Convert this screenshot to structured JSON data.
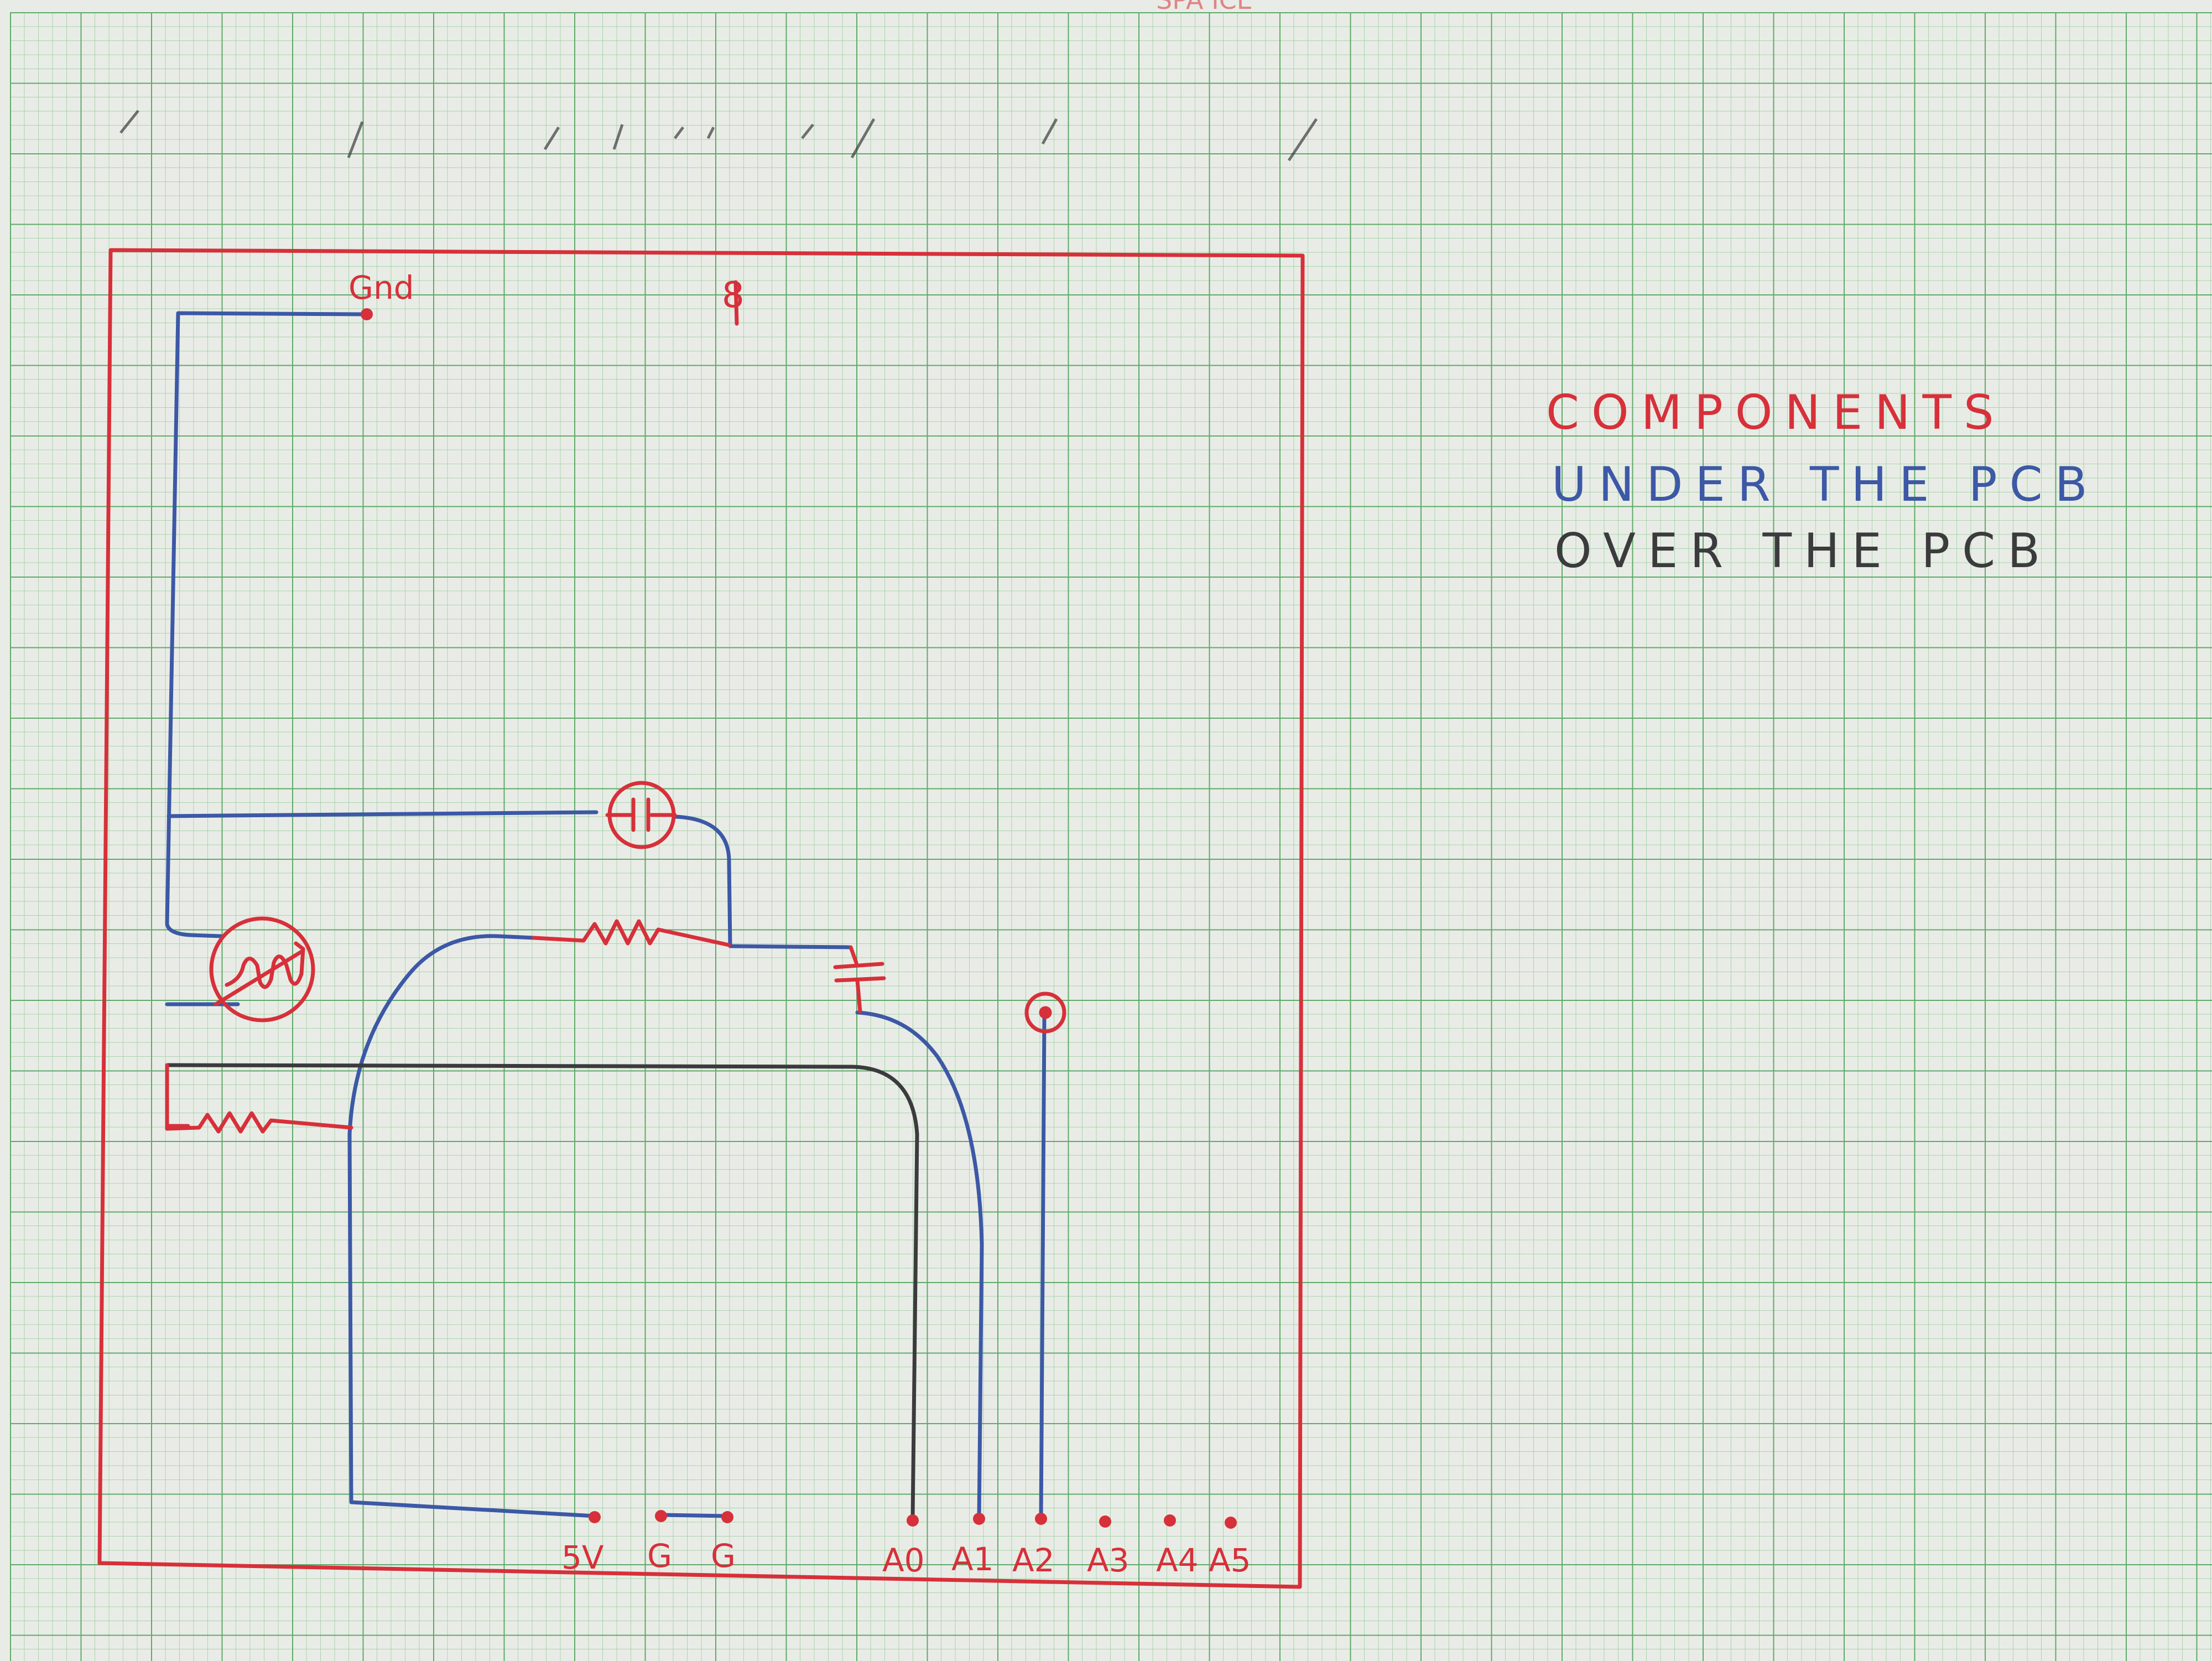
{
  "colors": {
    "paper": "#e9ece6",
    "grid_minor": "#a9d3ad",
    "grid_major": "#5faa6a",
    "components": "#d7303a",
    "under_pcb": "#3c58a6",
    "over_pcb": "#3b3b3d"
  },
  "top_labels": {
    "gnd": "Gnd",
    "top_pin": "8"
  },
  "legend": {
    "components": "COMPONENTS",
    "under": "UNDER THE PCB",
    "over": "OVER THE PCB"
  },
  "header_text": "SPA ICE",
  "header_pins": [
    "/",
    "/",
    "/",
    "/",
    "/",
    "/",
    "/",
    "/",
    "/",
    "/"
  ],
  "components": {
    "capacitor_round": "capacitor-icon",
    "capacitor_plain": "capacitor-icon",
    "resistor_top": "resistor-icon",
    "resistor_bottom": "resistor-icon",
    "thermistor": "thermistor-icon",
    "probe": "probe-pad-icon"
  },
  "bottom_pins": [
    {
      "key": "5v",
      "label": "5V"
    },
    {
      "key": "g1",
      "label": "G"
    },
    {
      "key": "g2",
      "label": "G"
    },
    {
      "key": "a0",
      "label": "A0"
    },
    {
      "key": "a1",
      "label": "A1"
    },
    {
      "key": "a2",
      "label": "A2"
    },
    {
      "key": "a3",
      "label": "A3"
    },
    {
      "key": "a4",
      "label": "A4"
    },
    {
      "key": "a5",
      "label": "A5"
    }
  ]
}
